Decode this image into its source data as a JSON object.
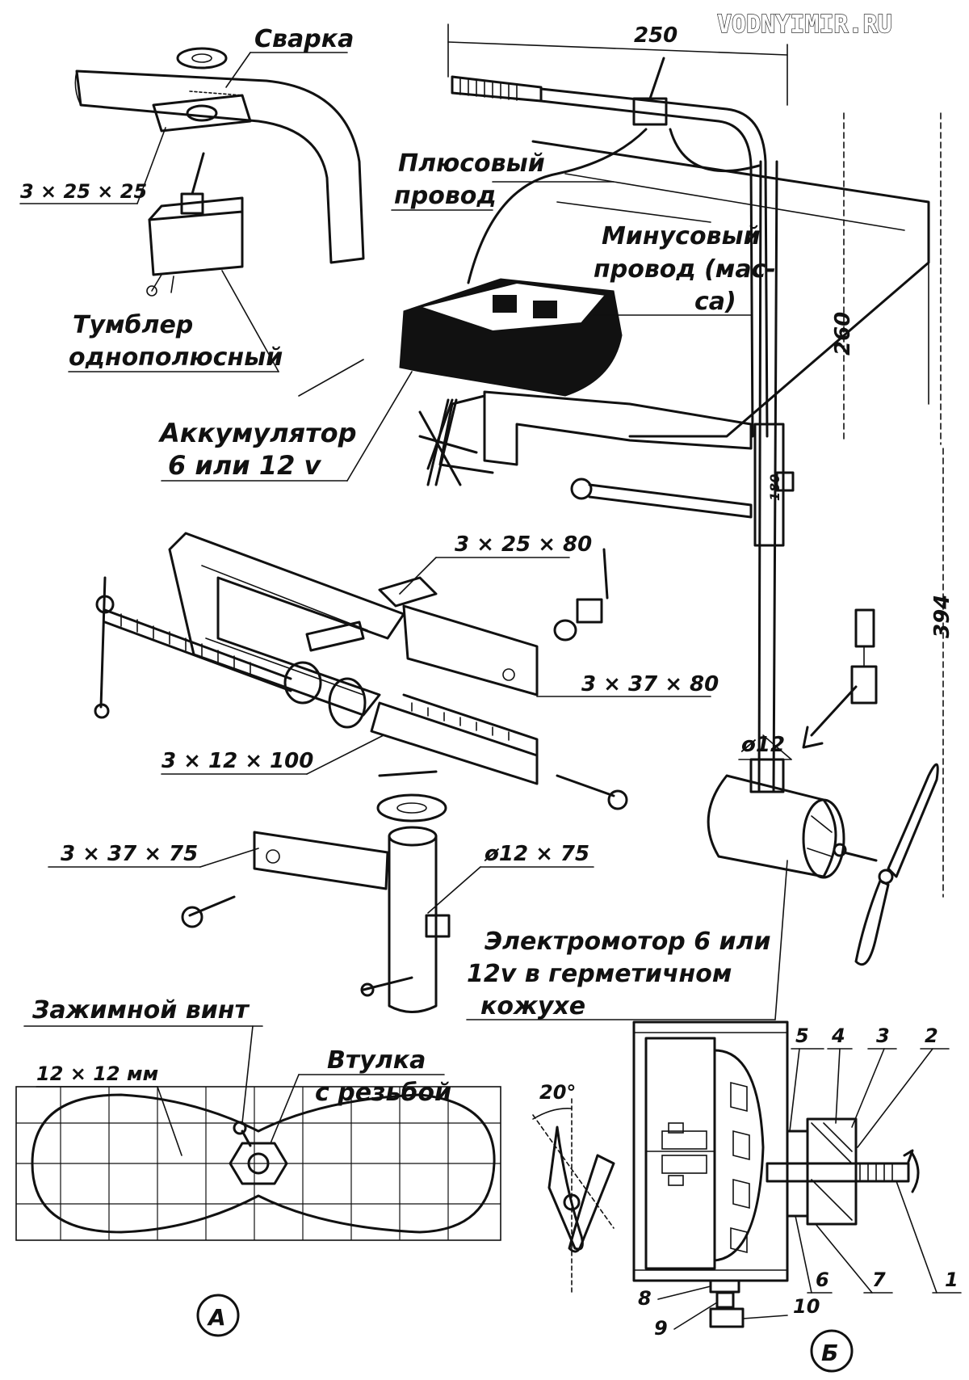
{
  "watermark": "VODNYIMIR.RU",
  "labels": {
    "svarka": "Сварка",
    "plate_small": "3 × 25 × 25",
    "plus_wire_1": "Плюсовый",
    "plus_wire_2": "провод",
    "minus_wire_1": "Минусовый",
    "minus_wire_2": "провод (мас-",
    "minus_wire_3": "са)",
    "toggle_1": "Тумблер",
    "toggle_2": "однополюсный",
    "battery_1": "Аккумулятор",
    "battery_2": "6 или 12 v",
    "strip_3x25x80": "3 × 25 × 80",
    "strip_3x37x80": "3 × 37 × 80",
    "bar_3x12x100": "3 × 12 × 100",
    "strip_3x37x75": "3 × 37 × 75",
    "tube_12x75": "ø12 × 75",
    "rod_12": "ø12",
    "motor_1": "Электромотор 6 или",
    "motor_2": "12v в герметичном",
    "motor_3": "кожухе",
    "clamp_screw": "Зажимной винт",
    "grid_size": "12 × 12 мм",
    "bushing_1": "Втулка",
    "bushing_2": "с резьбой",
    "angle": "20°",
    "view_a": "А",
    "view_b": "Б"
  },
  "dimensions": {
    "width_250": "250",
    "height_260": "260",
    "height_394": "394",
    "tube_180": "180"
  },
  "parts": [
    "1",
    "2",
    "3",
    "4",
    "5",
    "6",
    "7",
    "8",
    "9",
    "10"
  ]
}
